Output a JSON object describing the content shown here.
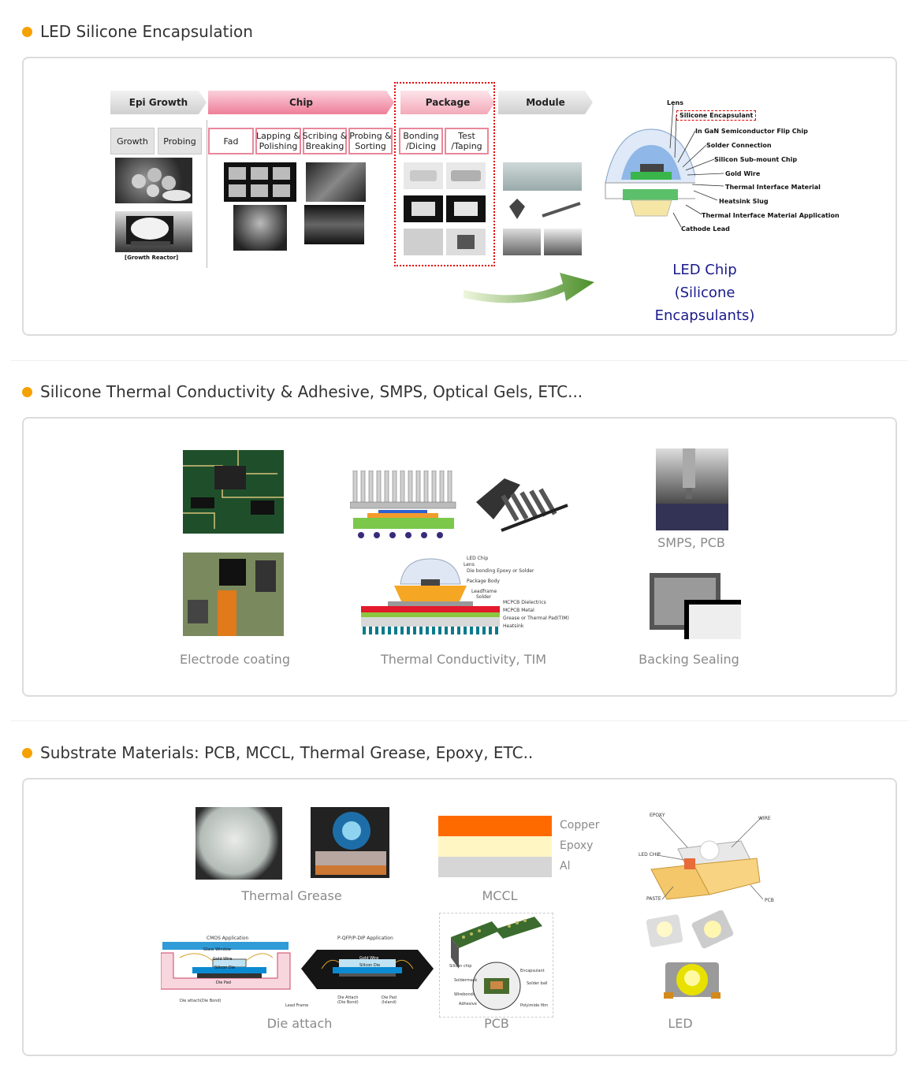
{
  "sections": [
    {
      "title": "LED Silicone Encapsulation"
    },
    {
      "title": "Silicone Thermal Conductivity & Adhesive, SMPS, Optical Gels, ETC..."
    },
    {
      "title": "Substrate Materials: PCB, MCCL, Thermal Grease, Epoxy, ETC.."
    }
  ],
  "process": {
    "stages": [
      "Epi Growth",
      "Chip",
      "Package",
      "Module"
    ],
    "steps": [
      "Growth",
      "Probing",
      "Fad",
      "Lapping &\nPolishing",
      "Scribing &\nBreaking",
      "Probing &\nSorting",
      "Bonding\n/Dicing",
      "Test\n/Taping"
    ],
    "growth_reactor": "[Growth Reactor]",
    "led_labels": [
      "Lens",
      "Silicone Encapsulant",
      "In GaN Semiconductor Flip Chip",
      "Solder Connection",
      "Silicon Sub-mount Chip",
      "Gold Wire",
      "Thermal Interface Material",
      "Heatsink Slug",
      "Thermal Interface Material Application",
      "Cathode Lead"
    ],
    "led_chip_line1": "LED Chip",
    "led_chip_line2": "(Silicone Encapsulants)"
  },
  "section2": {
    "captions": [
      "Electrode coating",
      "Thermal Conductivity, TIM",
      "SMPS, PCB",
      "Backing Sealing"
    ],
    "tim_labels": [
      "LED Chip",
      "Lens",
      "Die bonding Epoxy or Solder",
      "Package Body",
      "Leadframe",
      "Solder",
      "MCPCB Dielectrics",
      "MCPCB Metal",
      "Grease or Thermal Pad(TIM)",
      "Heatsink"
    ]
  },
  "section3": {
    "captions": [
      "Thermal Grease",
      "MCCL",
      "Die attach",
      "PCB",
      "LED"
    ],
    "mccl_layers": [
      "Copper",
      "Epoxy",
      "Al"
    ],
    "cmos_title": "CMOS Application",
    "cmos_labels": [
      "Glass Window",
      "Gold Wire",
      "Silicon Die",
      "Die Pad",
      "Die attach(Die Bond)",
      "Lead Frame"
    ],
    "pqfp_title": "P-QFP/P-DIP Application",
    "pqfp_labels": [
      "Gold Wire",
      "Silicon Die",
      "Die Attach\n(Die Bond)",
      "Die Pad\n(Island)"
    ],
    "pcb_labels": [
      "Silicon chip",
      "Encapsulant",
      "Soldermask",
      "Solder ball",
      "Wirebonds",
      "Adhesive",
      "Polyimide film"
    ],
    "led_diagram_labels": [
      "EPOXY",
      "WIRE",
      "LED CHIP",
      "PASTE",
      "PCB"
    ]
  },
  "colors": {
    "accent_dot": "#f5a100",
    "pink": "#e9879b",
    "navy": "#1a1a8c",
    "copper": "#ff6a00",
    "epoxy": "#fff6c4",
    "al": "#d6d6d6"
  }
}
